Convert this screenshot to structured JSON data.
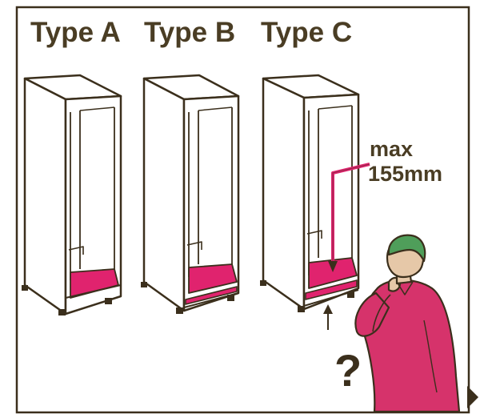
{
  "figure": {
    "types": [
      {
        "label": "Type A"
      },
      {
        "label": "Type B"
      },
      {
        "label": "Type C"
      }
    ],
    "annotation": {
      "line1": "max",
      "line2": "155mm"
    },
    "question_mark": "?",
    "colors": {
      "outline": "#3b2f1c",
      "accent": "#e0236e",
      "shirt": "#d6336b",
      "hair": "#4f9e5a",
      "skin": "#e6c8a8",
      "frame_border": "#3b2f1c"
    },
    "icons": {
      "next": "play-arrow-icon"
    }
  }
}
